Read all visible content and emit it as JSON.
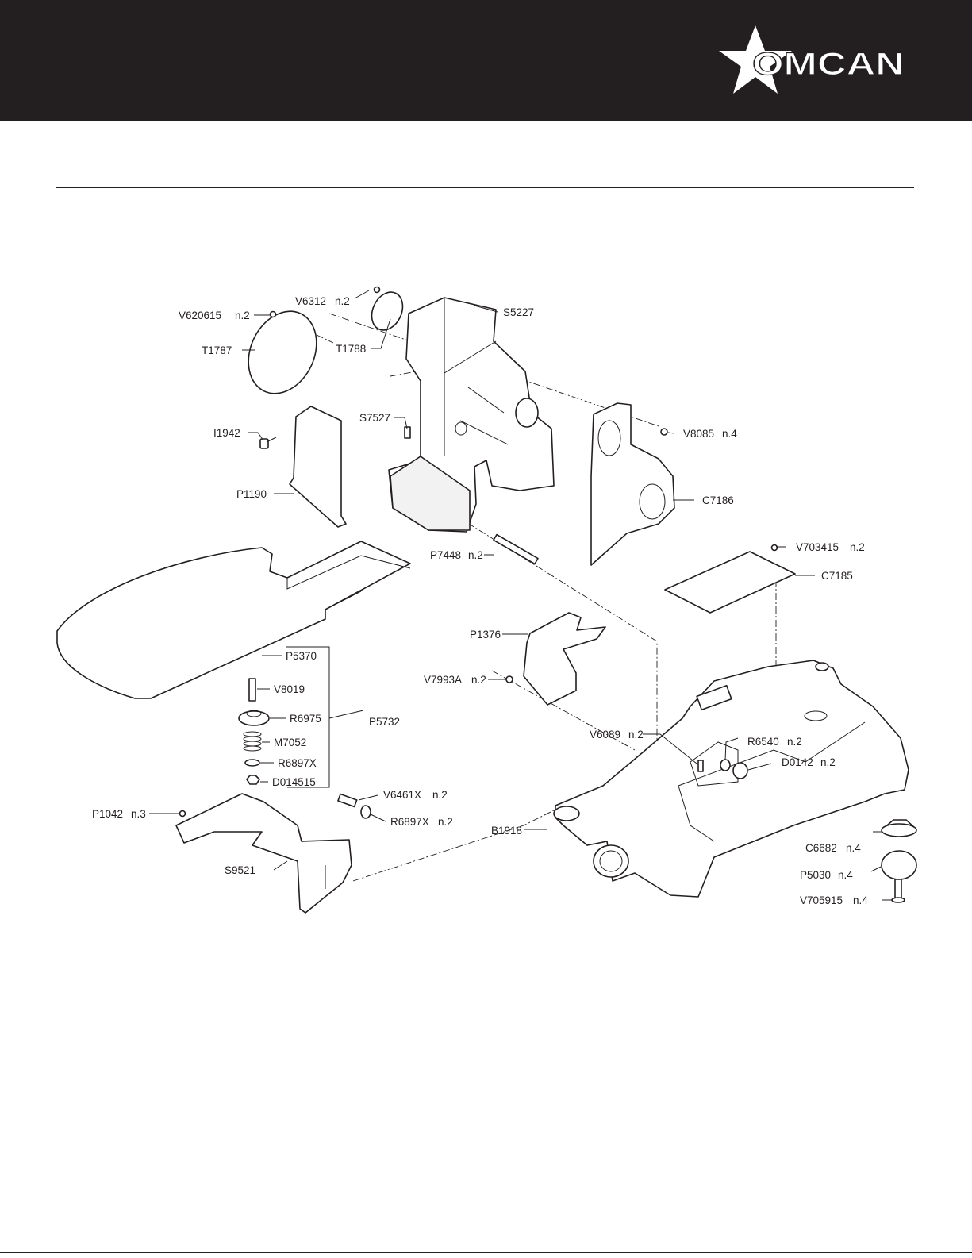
{
  "brand": {
    "name": "OMCAN"
  },
  "colors": {
    "header": "#231f20",
    "line": "#231f20",
    "link": "#1a3ccc"
  },
  "diagram": {
    "labels": {
      "V620615": "V620615",
      "V620615_qty": "n.2",
      "T1787": "T1787",
      "V6312": "V6312",
      "V6312_qty": "n.2",
      "T1788": "T1788",
      "S5227": "S5227",
      "I1942": "I1942",
      "S7527": "S7527",
      "V8085": "V8085",
      "V8085_qty": "n.4",
      "P1190": "P1190",
      "C7186": "C7186",
      "V703415": "V703415",
      "V703415_qty": "n.2",
      "P7448": "P7448",
      "P7448_qty": "n.2",
      "C7185": "C7185",
      "P1376": "P1376",
      "P5370": "P5370",
      "V7993A": "V7993A",
      "V7993A_qty": "n.2",
      "V8019": "V8019",
      "R6975": "R6975",
      "P5732": "P5732",
      "V6089": "V6089",
      "V6089_qty": "n.2",
      "R6540": "R6540",
      "R6540_qty": "n.2",
      "M7052": "M7052",
      "R6897X": "R6897X",
      "D0142": "D0142",
      "D0142_qty": "n.2",
      "D014515": "D014515",
      "V6461X": "V6461X",
      "V6461X_qty": "n.2",
      "P1042": "P1042",
      "P1042_qty": "n.3",
      "R6897X_2": "R6897X",
      "R6897X_2_qty": "n.2",
      "B1918": "B1918",
      "C6682": "C6682",
      "C6682_qty": "n.4",
      "S9521": "S9521",
      "P5030": "P5030",
      "P5030_qty": "n.4",
      "V705915": "V705915",
      "V705915_qty": "n.4"
    }
  }
}
